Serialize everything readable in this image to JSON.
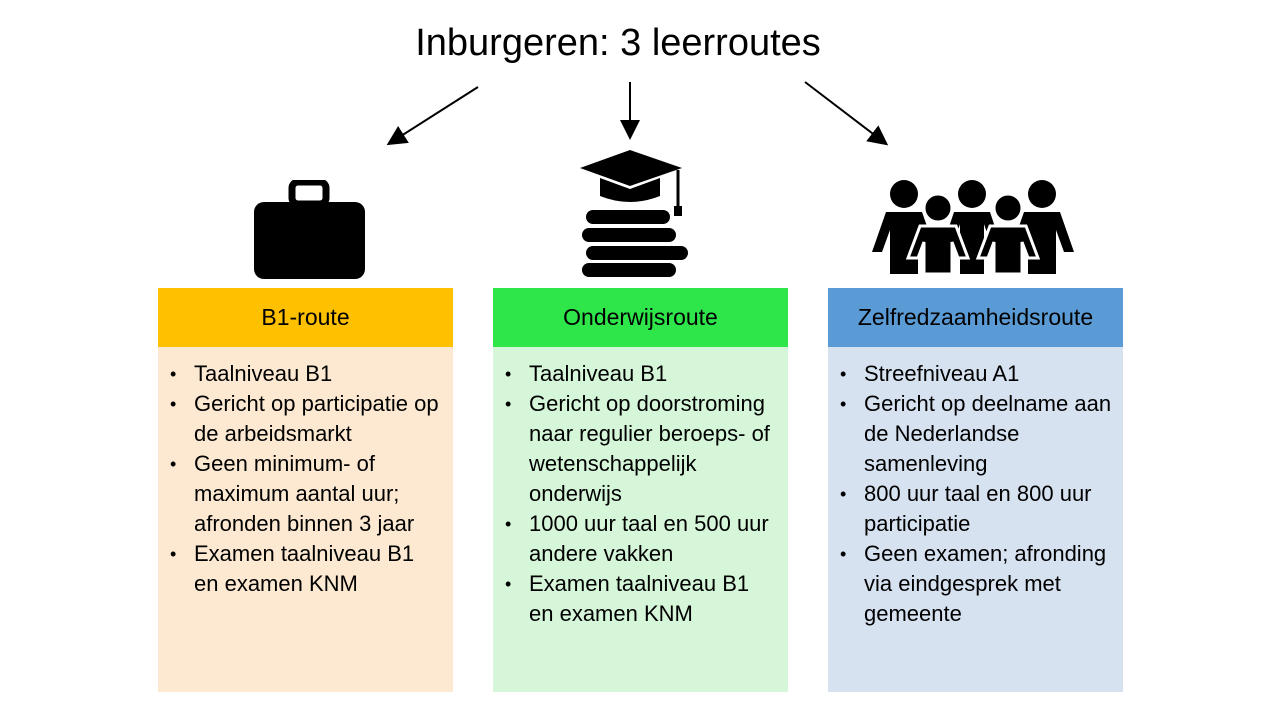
{
  "title": "Inburgeren: 3 leerroutes",
  "routes": [
    {
      "name": "B1-route",
      "icon": "briefcase-icon",
      "header_color": "#FFC000",
      "body_color": "#FDE9D1",
      "items": [
        "Taalniveau B1",
        "Gericht op participatie op de arbeidsmarkt",
        "Geen minimum- of maximum aantal uur; afronden binnen 3 jaar",
        "Examen taalniveau B1 en examen KNM"
      ]
    },
    {
      "name": "Onderwijsroute",
      "icon": "graduation-books-icon",
      "header_color": "#2EE64A",
      "body_color": "#D5F6D9",
      "items": [
        "Taalniveau B1",
        "Gericht op doorstroming naar regulier beroeps- of wetenschappelijk onderwijs",
        "1000 uur taal en 500 uur andere vakken",
        "Examen taalniveau B1 en examen KNM"
      ]
    },
    {
      "name": "Zelfredzaamheidsroute",
      "icon": "people-group-icon",
      "header_color": "#5B9BD5",
      "body_color": "#D7E2F1",
      "items": [
        "Streefniveau A1",
        "Gericht op deelname aan de Nederlandse samenleving",
        "800 uur taal en 800 uur participatie",
        "Geen examen; afronding via eindgesprek met gemeente"
      ]
    }
  ]
}
